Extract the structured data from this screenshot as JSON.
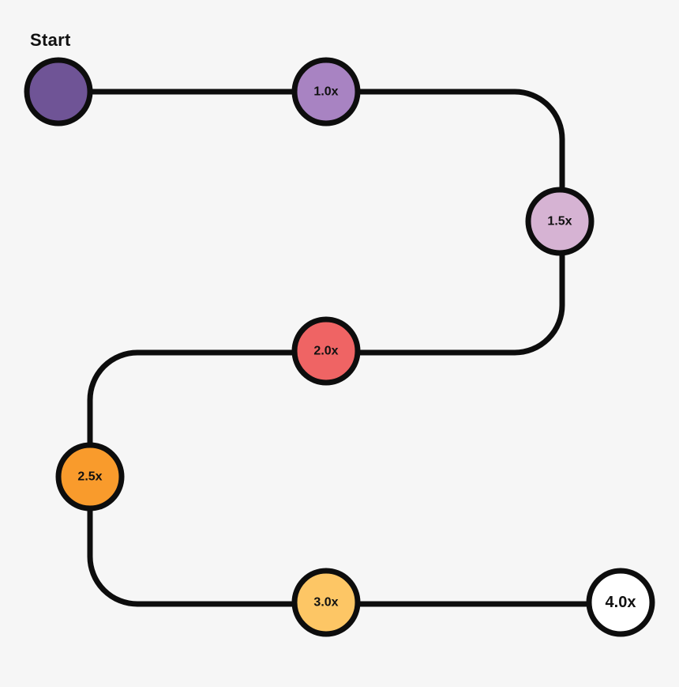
{
  "diagram": {
    "start_label": "Start",
    "path_color": "#0d0d0d",
    "nodes": [
      {
        "id": "start",
        "label": "",
        "fill": "#6f5496"
      },
      {
        "id": "node-1",
        "label": "1.0x",
        "fill": "#a883c2"
      },
      {
        "id": "node-2",
        "label": "1.5x",
        "fill": "#d6b3d3"
      },
      {
        "id": "node-3",
        "label": "2.0x",
        "fill": "#ef6464"
      },
      {
        "id": "node-4",
        "label": "2.5x",
        "fill": "#f99b2c"
      },
      {
        "id": "node-5",
        "label": "3.0x",
        "fill": "#fdc665"
      },
      {
        "id": "node-6",
        "label": "4.0x",
        "fill": "#ffffff"
      }
    ]
  }
}
